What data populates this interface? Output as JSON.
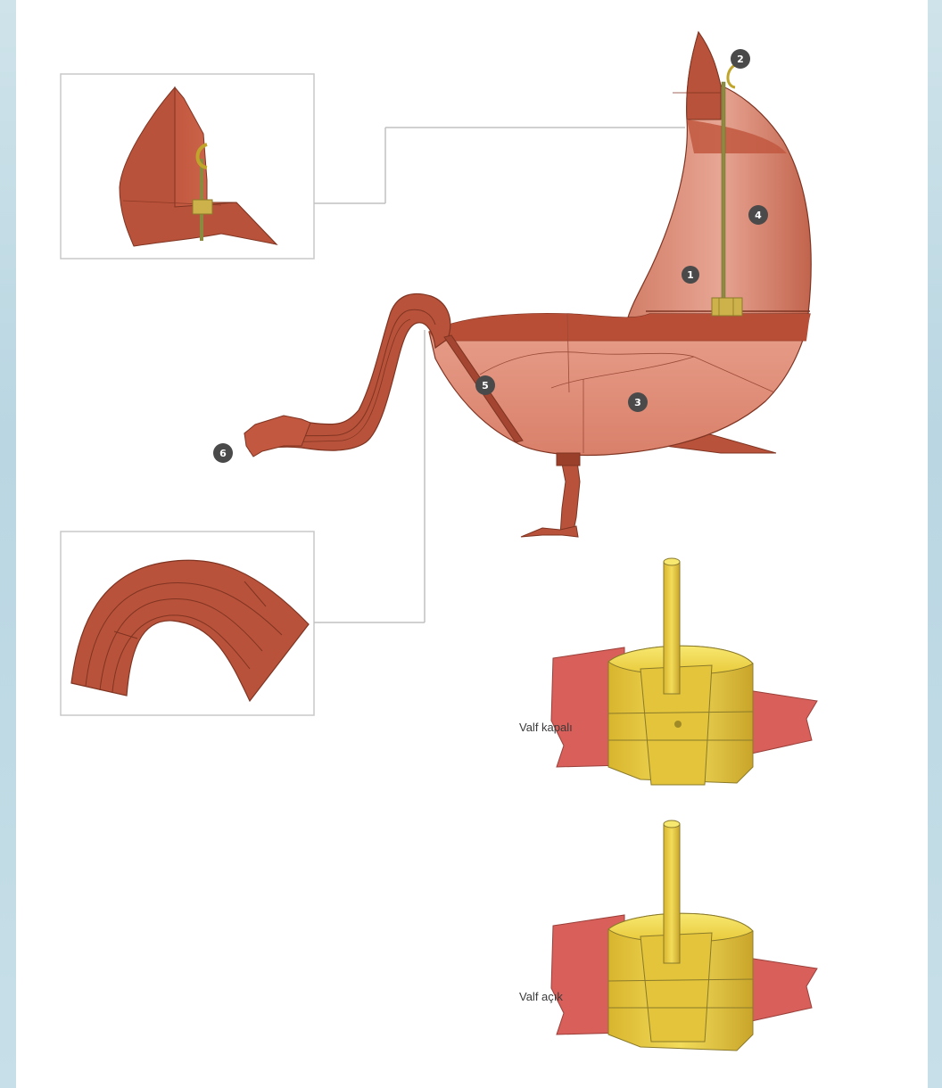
{
  "callouts": {
    "c1": "1",
    "c2": "2",
    "c3": "3",
    "c4": "4",
    "c5": "5",
    "c6": "6"
  },
  "valves": {
    "closed_label": "Valf kapalı",
    "open_label": "Valf açık"
  },
  "colors": {
    "copper": "#b9523a",
    "copper_dark": "#8e3a26",
    "copper_light": "#d9836c",
    "fluid_tint": "#f2b7a8",
    "brass": "#e8c93a",
    "brass_dark": "#b8972a",
    "flange": "#d9605a",
    "callout_bg": "#4a4a4a"
  }
}
